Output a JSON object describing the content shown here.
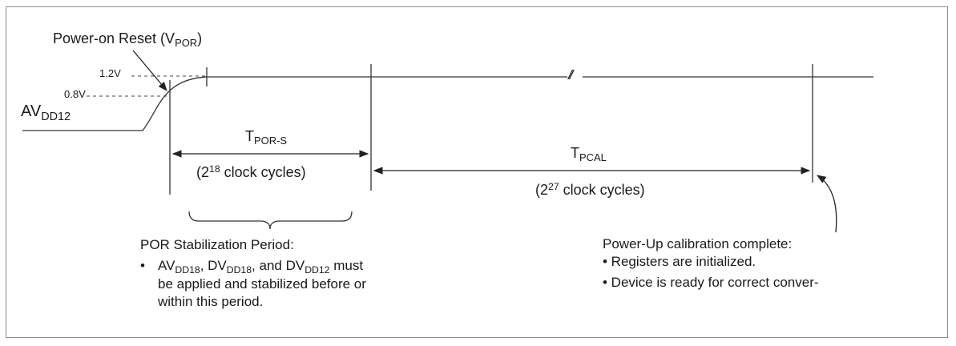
{
  "labels": {
    "por_title": "Power-on Reset (V",
    "por_sub": "POR",
    "por_close": ")",
    "v_high": "1.2V",
    "v_low": "0.8V",
    "avdd_main": "AV",
    "avdd_sub": "DD12",
    "tpors_main": "T",
    "tpors_sub": "POR-S",
    "tpors_cycles_open": "(2",
    "tpors_exp": "18",
    "tpors_cycles_rest": " clock cycles)",
    "tpcal_main": "T",
    "tpcal_sub": "PCAL",
    "tpcal_cycles_open": "(2",
    "tpcal_exp": "27",
    "tpcal_cycles_rest": " clock cycles)",
    "break_mark": "//"
  },
  "por_stabilization": {
    "title": "POR Stabilization Period:",
    "bullet": "•",
    "line1_a": "AV",
    "line1_a_sub": "DD18",
    "line1_b": ", DV",
    "line1_b_sub": "DD18",
    "line1_c": ", and DV",
    "line1_c_sub": "DD12",
    "line1_d": " must",
    "line2": "be applied and stabilized before or",
    "line3": "within this period."
  },
  "calibration": {
    "title": "Power-Up calibration complete:",
    "bullet1": "• Registers are initialized.",
    "bullet2": "• Device is ready for correct conver-"
  }
}
